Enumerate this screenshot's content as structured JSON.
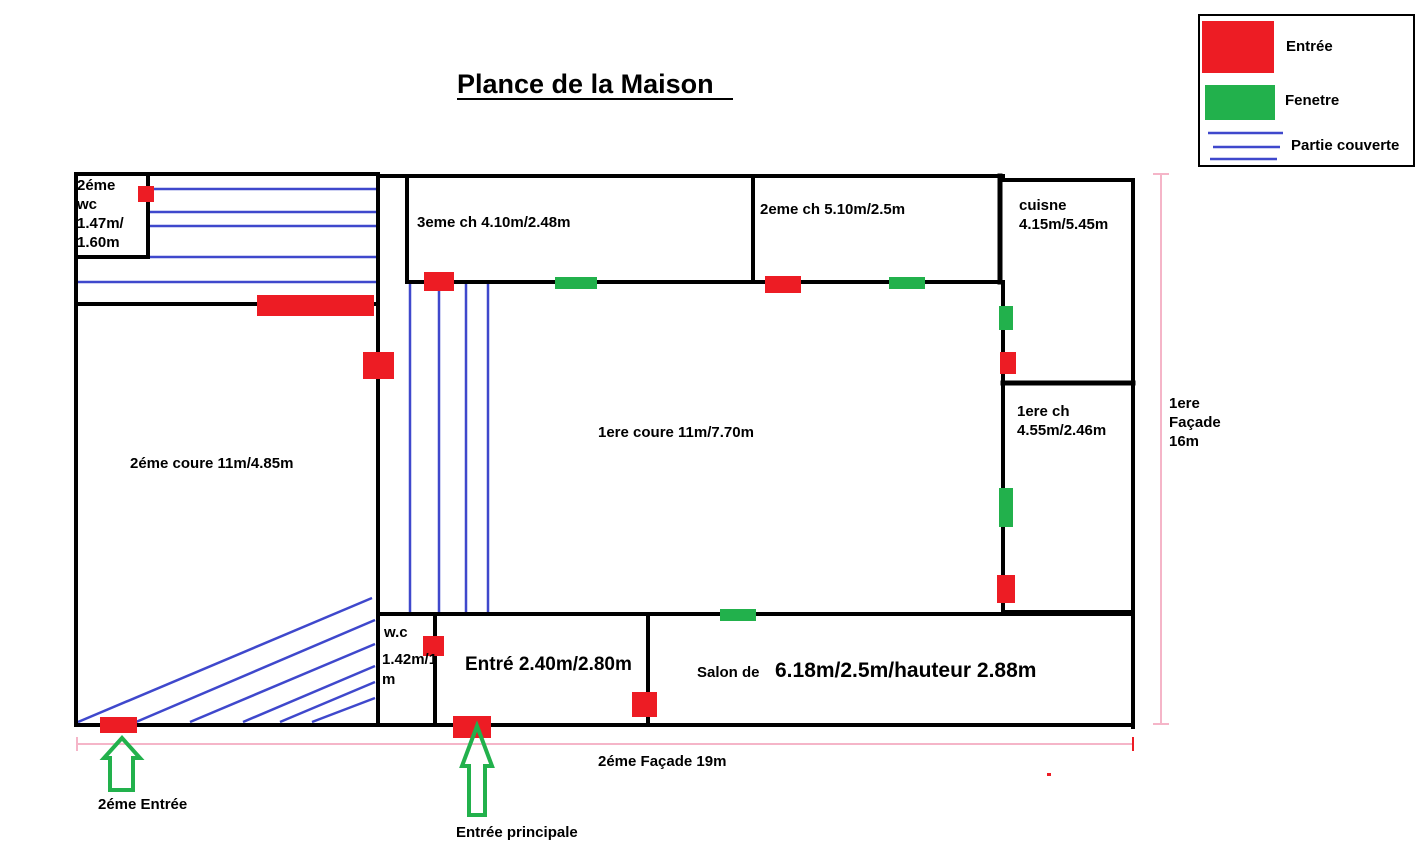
{
  "title": "Plance de la Maison",
  "colors": {
    "wall": "#000000",
    "entrance": "#ED1C24",
    "window": "#22B14C",
    "covered": "#3F48CC",
    "dimension": "#F5B5C8",
    "arrow": "#22B14C"
  },
  "legend": {
    "entrance": "Entrée",
    "window": "Fenetre",
    "covered": "Partie couverte"
  },
  "rooms": {
    "wc2": [
      "2éme",
      "wc",
      "1.47m/",
      "1.60m"
    ],
    "ch3": "3eme ch 4.10m/2.48m",
    "ch2": "2eme ch 5.10m/2.5m",
    "cuisine": [
      "cuisne",
      "4.15m/5.45m"
    ],
    "ch1": [
      "1ere ch",
      "4.55m/2.46m"
    ],
    "coure1": "1ere coure 11m/7.70m",
    "coure2": "2éme coure 11m/4.85m",
    "wc": [
      "w.c",
      "1.42m/1",
      "m"
    ],
    "entre": "Entré 2.40m/2.80m",
    "salon_prefix": "Salon de",
    "salon_dims": "6.18m/2.5m/hauteur 2.88m"
  },
  "dimensions": {
    "facade1": [
      "1ere",
      "Façade",
      "16m"
    ],
    "facade2": "2éme Façade 19m"
  },
  "entrances": {
    "second": "2éme Entrée",
    "main": "Entrée principale"
  }
}
